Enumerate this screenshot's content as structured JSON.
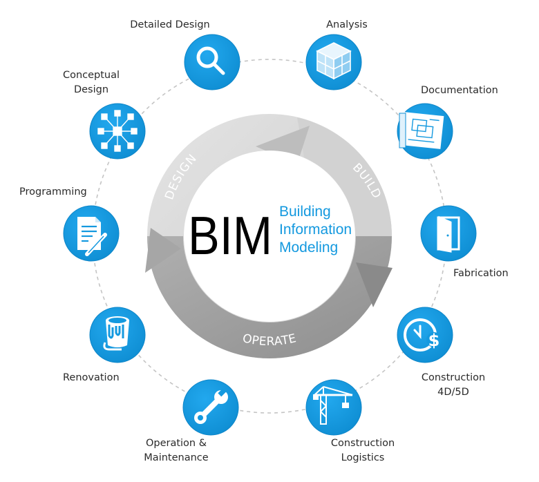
{
  "center": {
    "acronym": "BIM",
    "line1": "Building",
    "line2": "Information",
    "line3": "Modeling"
  },
  "cycle": {
    "design": "DESIGN",
    "build": "BUILD",
    "operate": "OPERATE"
  },
  "stages": [
    {
      "line1": "Detailed Design",
      "line2": "",
      "icon": "magnifier-icon"
    },
    {
      "line1": "Analysis",
      "line2": "",
      "icon": "cube-icon"
    },
    {
      "line1": "Documentation",
      "line2": "",
      "icon": "blueprint-icon"
    },
    {
      "line1": "Fabrication",
      "line2": "",
      "icon": "door-icon"
    },
    {
      "line1": "Construction",
      "line2": "4D/5D",
      "icon": "clock-dollar-icon"
    },
    {
      "line1": "Construction",
      "line2": "Logistics",
      "icon": "crane-icon"
    },
    {
      "line1": "Operation &",
      "line2": "Maintenance",
      "icon": "wrench-icon"
    },
    {
      "line1": "Renovation",
      "line2": "",
      "icon": "paint-bucket-icon"
    },
    {
      "line1": "Programming",
      "line2": "",
      "icon": "document-pen-icon"
    },
    {
      "line1": "Conceptual",
      "line2": "Design",
      "icon": "network-icon"
    }
  ],
  "colors": {
    "accent": "#1499df",
    "accent_dark": "#0c7fc0",
    "ring_light": "#d9d9d9",
    "ring_dark": "#9b9b9b",
    "text": "#000000"
  }
}
